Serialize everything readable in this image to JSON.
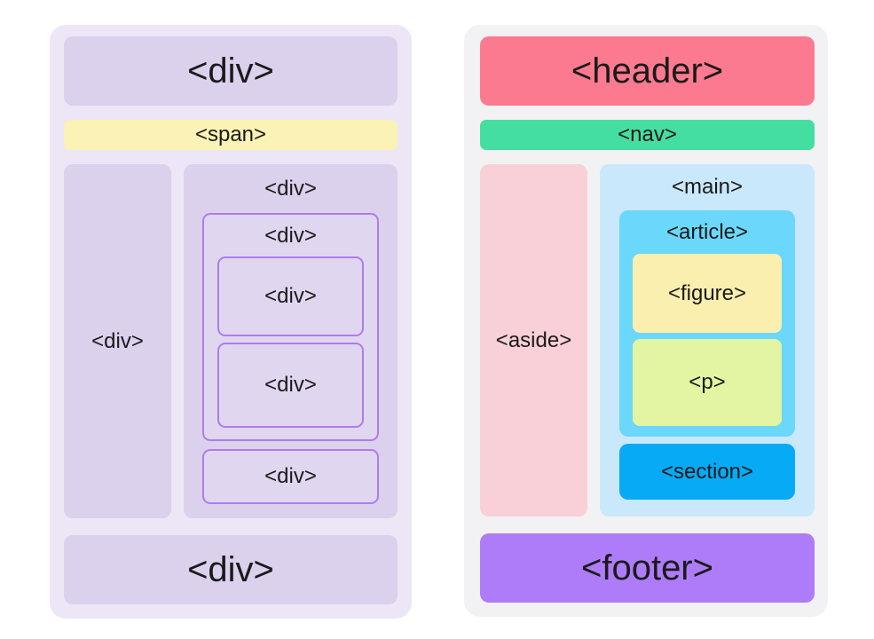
{
  "left_panel": {
    "top_div_label": "<div>",
    "span_label": "<span>",
    "sidebar_div_label": "<div>",
    "content_div_label": "<div>",
    "nested_outer_div_label": "<div>",
    "nested_inner_div_1_label": "<div>",
    "nested_inner_div_2_label": "<div>",
    "nested_sibling_div_label": "<div>",
    "bottom_div_label": "<div>"
  },
  "right_panel": {
    "header_label": "<header>",
    "nav_label": "<nav>",
    "aside_label": "<aside>",
    "main_label": "<main>",
    "article_label": "<article>",
    "figure_label": "<figure>",
    "p_label": "<p>",
    "section_label": "<section>",
    "footer_label": "<footer>"
  },
  "colors": {
    "page_background": "#ffffff",
    "left_panel_background": "#ece6f6",
    "purple_block": "#dcd1ed",
    "nested_box_fill": "#e0d6f0",
    "nested_box_border": "#ae7cee",
    "span_yellow": "#fbf2b5",
    "right_panel_background": "#f2f1f3",
    "header_pink": "#fb7a90",
    "nav_green": "#45dea1",
    "aside_pink": "#f9d0d8",
    "main_blue": "#c9e8fc",
    "article_blue": "#6bd7fa",
    "figure_yellow": "#fbefaf",
    "p_green": "#e3f5a2",
    "section_blue": "#07aaf5",
    "footer_purple": "#ae7cf8",
    "text": "#1a1a1a"
  }
}
